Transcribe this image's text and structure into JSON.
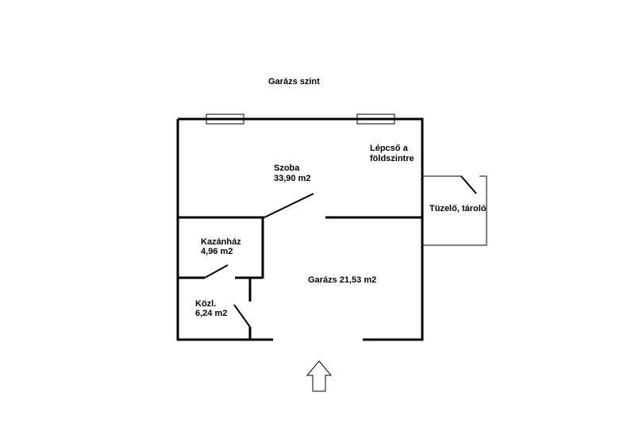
{
  "title": "Garázs szint",
  "rooms": {
    "szoba": {
      "name": "Szoba",
      "area": "33,90 m2"
    },
    "lepcso": {
      "line1": "Lépcső a",
      "line2": "földszintre"
    },
    "tuzelo": {
      "name": "Tüzelő, tároló"
    },
    "kazanhaz": {
      "name": "Kazánház",
      "area": "4,96 m2"
    },
    "kozl": {
      "name": "Közl.",
      "area": "6,24 m2"
    },
    "garazs": {
      "name": "Garázs 21,53 m2"
    }
  },
  "icons": {
    "entrance": "arrow-up-icon"
  }
}
